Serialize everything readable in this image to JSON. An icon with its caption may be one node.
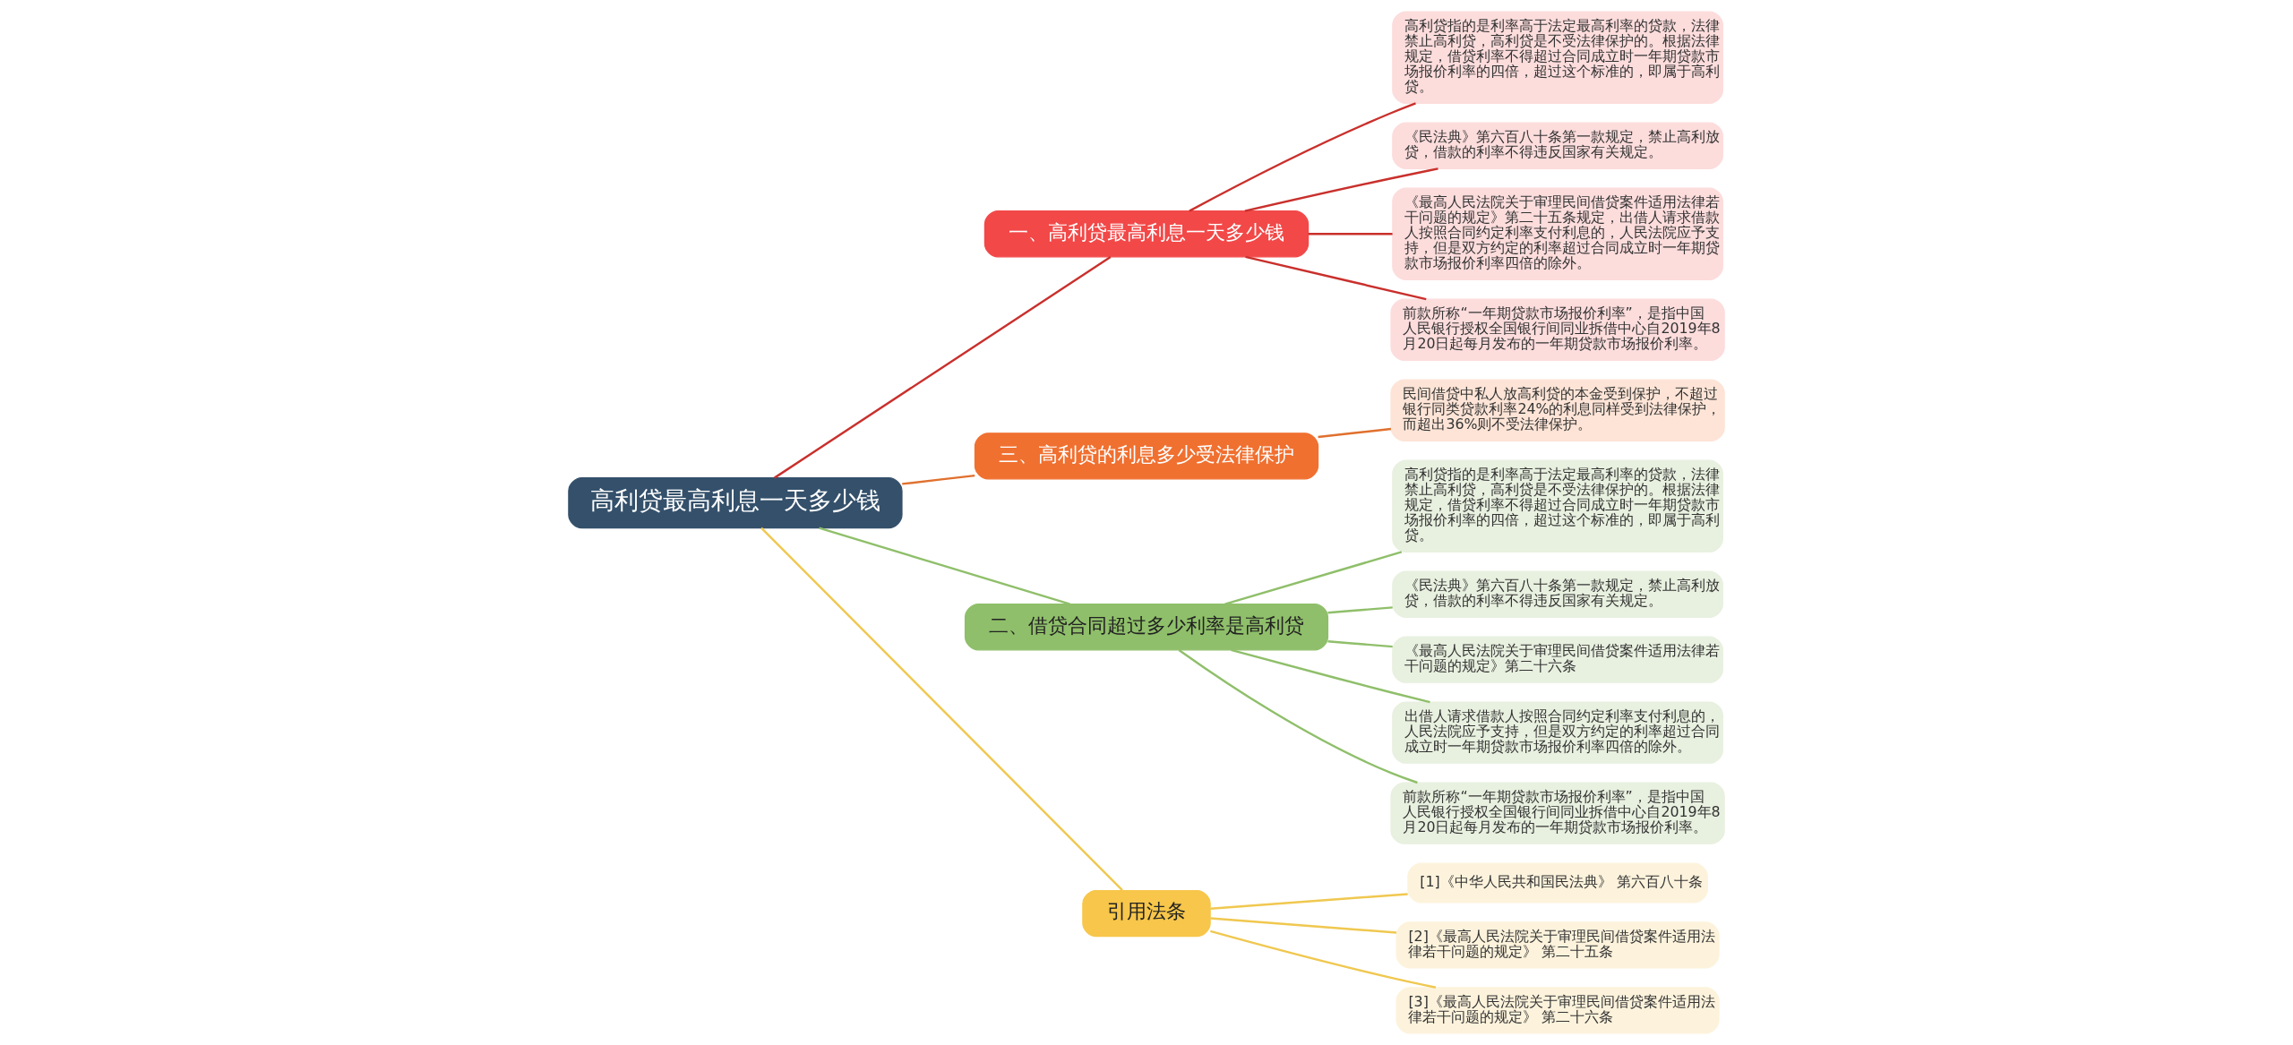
{
  "diagram": {
    "nodes": [
      {
        "text": [
          "高利贷最高利息一天多少钱"
        ]
      },
      {
        "text": [
          "一、高利贷最高利息一天多少钱"
        ]
      },
      {
        "text": [
          "高利贷指的是利率高于法定最高利率的贷款，法律禁止高利贷，高利贷是不受法律保护的。根据法律规定，借贷利率不得超过合同成立时一年期贷款市场报价利率的四倍，超过这个标准的，即属于高利贷。"
        ]
      },
      {
        "text": [
          "《民法典》第六百八十条第一款规定，禁止高利放贷，借款的利率不得违反国家有关规定。"
        ]
      },
      {
        "text": [
          "《最高人民法院关于审理民间借贷案件适用法律若干问题的规定》第二十五条规定，出借人请求借款人按照合同约定利率支付利息的，人民法院应予支持，但是双方约定的利率超过合同成立时一年期贷款市场报价利率四倍的除外。"
        ]
      },
      {
        "text": [
          "前款所称“一年期贷款市场报价利率”，是指中国人民银行授权全国银行间同业拆借中心自2019年8月20日起每月发布的一年期贷款市场报价利率。"
        ]
      },
      {
        "text": [
          "三、高利贷的利息多少受法律保护"
        ]
      },
      {
        "text": [
          "民间借贷中私人放高利贷的本金受到保护，不超过银行同类贷款利率24%的利息同样受到法律保护，而超出36%则不受法律保护。"
        ]
      },
      {
        "text": [
          "二、借贷合同超过多少利率是高利贷"
        ]
      },
      {
        "text": [
          "高利贷指的是利率高于法定最高利率的贷款，法律禁止高利贷，高利贷是不受法律保护的。根据法律规定，借贷利率不得超过合同成立时一年期贷款市场报价利率的四倍，超过这个标准的，即属于高利贷。"
        ]
      },
      {
        "text": [
          "《民法典》第六百八十条第一款规定，禁止高利放贷，借款的利率不得违反国家有关规定。"
        ]
      },
      {
        "text": [
          "《最高人民法院关于审理民间借贷案件适用法律若干问题的规定》第二十六条"
        ]
      },
      {
        "text": [
          "出借人请求借款人按照合同约定利率支付利息的，人民法院应予支持，但是双方约定的利率超过合同成立时一年期贷款市场报价利率四倍的除外。"
        ]
      },
      {
        "text": [
          "前款所称“一年期贷款市场报价利率”，是指中国人民银行授权全国银行间同业拆借中心自2019年8月20日起每月发布的一年期贷款市场报价利率。"
        ]
      },
      {
        "text": [
          "引用法条"
        ]
      },
      {
        "text": [
          "[1]《中华人民共和国民法典》 第六百八十条"
        ]
      },
      {
        "text": [
          "[2]《最高人民法院关于审理民间借贷案件适用法律若干问题的规定》 第二十五条"
        ]
      },
      {
        "text": [
          "[3]《最高人民法院关于审理民间借贷案件适用法律若干问题的规定》 第二十六条"
        ]
      }
    ],
    "edges": [
      {
        "from": 0,
        "to": 1,
        "arrow": "none",
        "color": "#c9302c"
      },
      {
        "from": 1,
        "to": 2,
        "arrow": "none",
        "color": "#c9302c"
      },
      {
        "from": 1,
        "to": 3,
        "arrow": "none",
        "color": "#c9302c"
      },
      {
        "from": 1,
        "to": 4,
        "arrow": "none",
        "color": "#c9302c"
      },
      {
        "from": 1,
        "to": 5,
        "arrow": "none",
        "color": "#c9302c"
      },
      {
        "from": 0,
        "to": 6,
        "arrow": "none",
        "color": "#e0702e"
      },
      {
        "from": 6,
        "to": 7,
        "arrow": "none",
        "color": "#e0702e"
      },
      {
        "from": 0,
        "to": 8,
        "arrow": "none",
        "color": "#8fbf6a"
      },
      {
        "from": 8,
        "to": 9,
        "arrow": "none",
        "color": "#8fbf6a"
      },
      {
        "from": 8,
        "to": 10,
        "arrow": "none",
        "color": "#8fbf6a"
      },
      {
        "from": 8,
        "to": 11,
        "arrow": "none",
        "color": "#8fbf6a"
      },
      {
        "from": 8,
        "to": 12,
        "arrow": "none",
        "color": "#8fbf6a"
      },
      {
        "from": 8,
        "to": 13,
        "arrow": "none",
        "color": "#8fbf6a"
      },
      {
        "from": 0,
        "to": 14,
        "arrow": "none",
        "color": "#f0c850"
      },
      {
        "from": 14,
        "to": 15,
        "arrow": "none",
        "color": "#f0c850"
      },
      {
        "from": 14,
        "to": 16,
        "arrow": "none",
        "color": "#f0c850"
      },
      {
        "from": 14,
        "to": 17,
        "arrow": "none",
        "color": "#f0c850"
      }
    ]
  }
}
